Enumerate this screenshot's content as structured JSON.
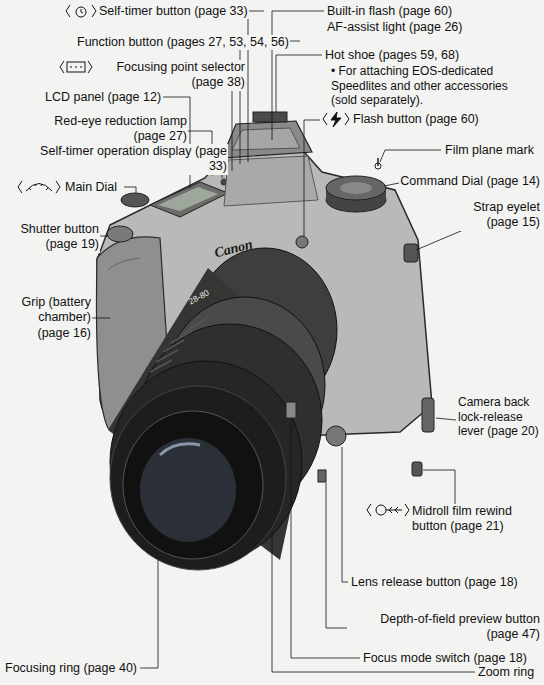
{
  "diagram": {
    "labels": [
      "Self-timer button (page 33)",
      "Function button (pages 27, 53, 54, 56)",
      "Focusing point selector (page 38)",
      "LCD panel (page 12)",
      "Red-eye reduction lamp (page 27)",
      "Self-timer operation display (page 33)",
      "Main Dial",
      "Shutter button (page 19)",
      "Grip (battery chamber) (page 16)",
      "Built-in flash (page 60)",
      "AF-assist light (page 26)",
      "Hot shoe (pages 59, 68)",
      "• For attaching EOS-dedicated Speedlites and other accessories (sold separately).",
      "Flash button (page 60)",
      "Film plane mark",
      "Command Dial (page 14)",
      "Strap eyelet (page 15)",
      "Camera back lock-release lever (page 20)",
      "Midroll film rewind button (page 21)",
      "Lens release button (page 18)",
      "Depth-of-field preview button (page 47)",
      "Focus mode switch (page 18)",
      "Focusing ring (page 40)",
      "Zoom ring",
      "Canon",
      "28-80"
    ]
  }
}
